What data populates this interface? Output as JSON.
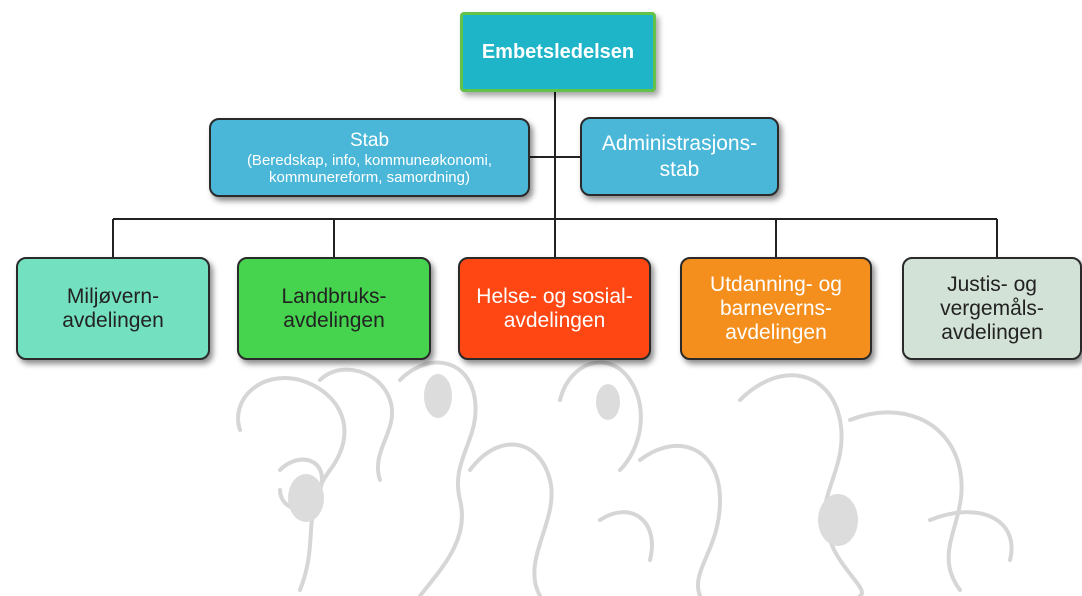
{
  "top": {
    "label": "Embetsledelsen"
  },
  "stab": {
    "title": "Stab",
    "lines": [
      "(Beredskap, info, kommuneøkonomi,",
      "kommunereform, samordning)"
    ]
  },
  "admin_stab": {
    "lines": [
      "Administrasjons-",
      "stab"
    ]
  },
  "departments": [
    {
      "lines": [
        "Miljøvern-",
        "avdelingen"
      ],
      "color": "#73e0bf"
    },
    {
      "lines": [
        "Landbruks-",
        "avdelingen"
      ],
      "color": "#46d34e"
    },
    {
      "lines": [
        "Helse- og sosial-",
        "avdelingen"
      ],
      "color": "#ff4713"
    },
    {
      "lines": [
        "Utdanning- og",
        "barneverns-",
        "avdelingen"
      ],
      "color": "#f48f1d"
    },
    {
      "lines": [
        "Justis- og",
        "vergemåls-",
        "avdelingen"
      ],
      "color": "#d3e2d6"
    }
  ],
  "colors": {
    "top_fill": "#1fb5c8",
    "top_border": "#63c24a",
    "stab_fill": "#4ab7d8",
    "connector": "#222222"
  }
}
